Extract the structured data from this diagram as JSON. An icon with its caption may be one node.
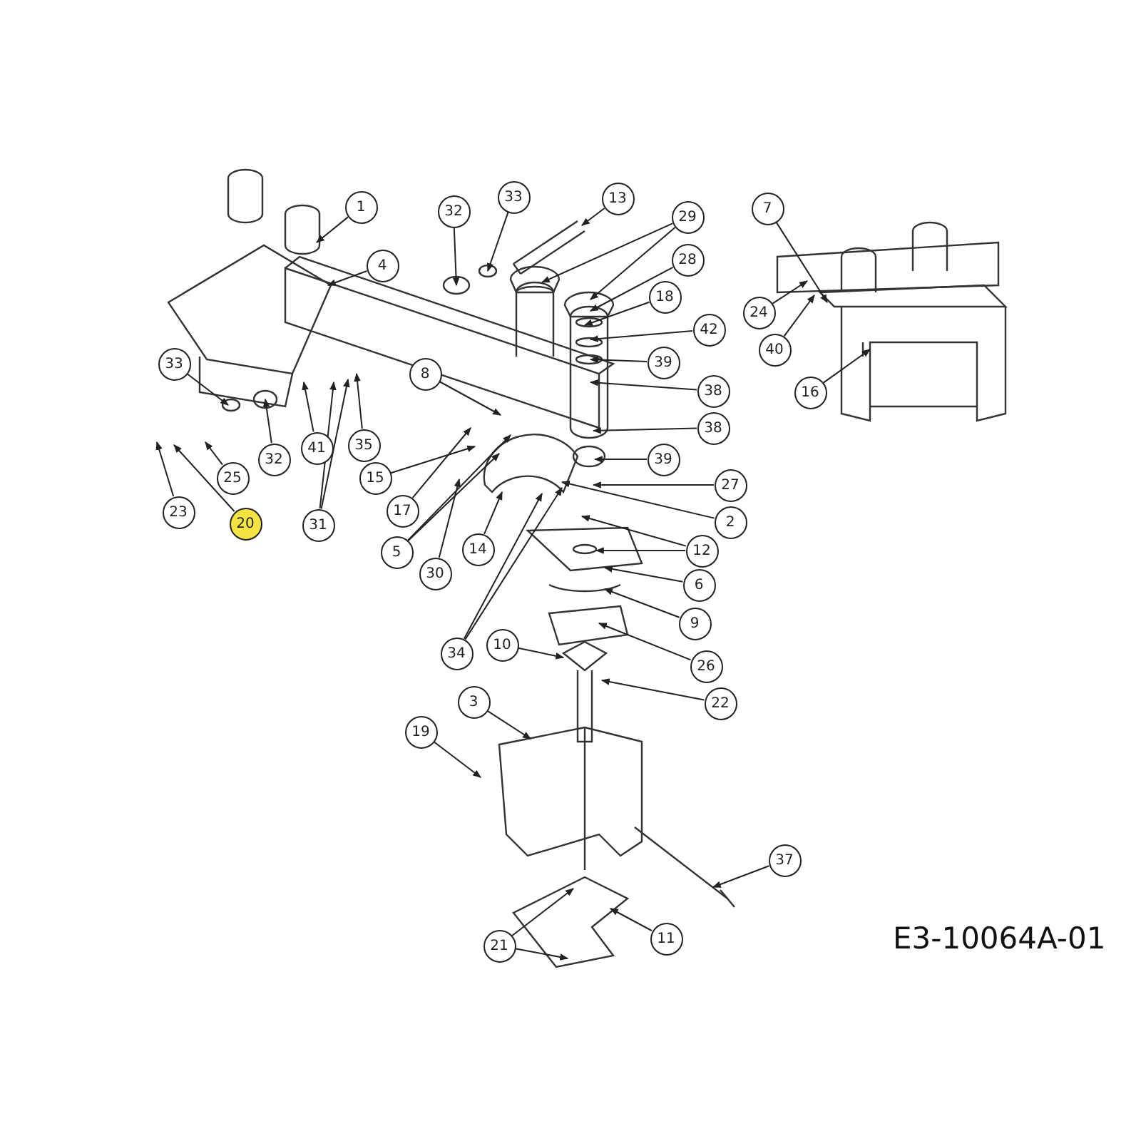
{
  "diagram": {
    "nodes": [
      {
        "text": [
          "1"
        ]
      },
      {
        "text": [
          "33"
        ]
      },
      {
        "text": [
          "13"
        ]
      },
      {
        "text": [
          "32"
        ]
      },
      {
        "text": [
          "7"
        ]
      },
      {
        "text": [
          "29"
        ]
      },
      {
        "text": [
          "4"
        ]
      },
      {
        "text": [
          "28"
        ]
      },
      {
        "text": [
          "18"
        ]
      },
      {
        "text": [
          "24"
        ]
      },
      {
        "text": [
          "42"
        ]
      },
      {
        "text": [
          "40"
        ]
      },
      {
        "text": [
          "39"
        ]
      },
      {
        "text": [
          "33"
        ]
      },
      {
        "text": [
          "8"
        ]
      },
      {
        "text": [
          "38"
        ]
      },
      {
        "text": [
          "16"
        ]
      },
      {
        "text": [
          "32"
        ]
      },
      {
        "text": [
          "41"
        ]
      },
      {
        "text": [
          "35"
        ]
      },
      {
        "text": [
          "38"
        ]
      },
      {
        "text": [
          "25"
        ]
      },
      {
        "text": [
          "39"
        ]
      },
      {
        "text": [
          "15"
        ]
      },
      {
        "text": [
          "27"
        ]
      },
      {
        "text": [
          "17"
        ]
      },
      {
        "text": [
          "2"
        ]
      },
      {
        "text": [
          "23"
        ]
      },
      {
        "text": [
          "20"
        ]
      },
      {
        "text": [
          "31"
        ]
      },
      {
        "text": [
          "12"
        ]
      },
      {
        "text": [
          "5"
        ]
      },
      {
        "text": [
          "14"
        ]
      },
      {
        "text": [
          "30"
        ]
      },
      {
        "text": [
          "6"
        ]
      },
      {
        "text": [
          "9"
        ]
      },
      {
        "text": [
          "34"
        ]
      },
      {
        "text": [
          "10"
        ]
      },
      {
        "text": [
          "26"
        ]
      },
      {
        "text": [
          "3"
        ]
      },
      {
        "text": [
          "22"
        ]
      },
      {
        "text": [
          "19"
        ]
      },
      {
        "text": [
          "37"
        ]
      },
      {
        "text": [
          "11"
        ]
      },
      {
        "text": [
          "21"
        ]
      }
    ],
    "edges": [
      {
        "from": 0,
        "to": null,
        "arrow": "to"
      },
      {
        "from": 1,
        "to": null,
        "arrow": "to"
      },
      {
        "from": 2,
        "to": null,
        "arrow": "to"
      },
      {
        "from": 3,
        "to": null,
        "arrow": "to"
      },
      {
        "from": 4,
        "to": null,
        "arrow": "to"
      },
      {
        "from": 5,
        "to": null,
        "arrow": "to"
      },
      {
        "from": 5,
        "to": null,
        "arrow": "to"
      },
      {
        "from": 6,
        "to": null,
        "arrow": "to"
      },
      {
        "from": 7,
        "to": null,
        "arrow": "to"
      },
      {
        "from": 8,
        "to": null,
        "arrow": "to"
      },
      {
        "from": 9,
        "to": null,
        "arrow": "to"
      },
      {
        "from": 10,
        "to": null,
        "arrow": "to"
      },
      {
        "from": 11,
        "to": null,
        "arrow": "to"
      },
      {
        "from": 12,
        "to": null,
        "arrow": "to"
      },
      {
        "from": 13,
        "to": null,
        "arrow": "to"
      },
      {
        "from": 14,
        "to": null,
        "arrow": "to"
      },
      {
        "from": 15,
        "to": null,
        "arrow": "to"
      },
      {
        "from": 16,
        "to": null,
        "arrow": "to"
      },
      {
        "from": 17,
        "to": null,
        "arrow": "to"
      },
      {
        "from": 18,
        "to": null,
        "arrow": "to"
      },
      {
        "from": 19,
        "to": null,
        "arrow": "to"
      },
      {
        "from": 20,
        "to": null,
        "arrow": "to"
      },
      {
        "from": 21,
        "to": null,
        "arrow": "to"
      },
      {
        "from": 22,
        "to": null,
        "arrow": "to"
      },
      {
        "from": 23,
        "to": null,
        "arrow": "to"
      },
      {
        "from": 24,
        "to": null,
        "arrow": "to"
      },
      {
        "from": 25,
        "to": null,
        "arrow": "to"
      },
      {
        "from": 26,
        "to": null,
        "arrow": "to"
      },
      {
        "from": 27,
        "to": null,
        "arrow": "to"
      },
      {
        "from": 28,
        "to": null,
        "arrow": "to"
      },
      {
        "from": 29,
        "to": null,
        "arrow": "to"
      },
      {
        "from": 29,
        "to": null,
        "arrow": "to"
      },
      {
        "from": 30,
        "to": null,
        "arrow": "to"
      },
      {
        "from": 30,
        "to": null,
        "arrow": "to"
      },
      {
        "from": 31,
        "to": null,
        "arrow": "to"
      },
      {
        "from": 31,
        "to": null,
        "arrow": "to"
      },
      {
        "from": 32,
        "to": null,
        "arrow": "to"
      },
      {
        "from": 33,
        "to": null,
        "arrow": "to"
      },
      {
        "from": 34,
        "to": null,
        "arrow": "to"
      },
      {
        "from": 35,
        "to": null,
        "arrow": "to"
      },
      {
        "from": 36,
        "to": null,
        "arrow": "to"
      },
      {
        "from": 36,
        "to": null,
        "arrow": "to"
      },
      {
        "from": 37,
        "to": null,
        "arrow": "to"
      },
      {
        "from": 38,
        "to": null,
        "arrow": "to"
      },
      {
        "from": 39,
        "to": null,
        "arrow": "to"
      },
      {
        "from": 40,
        "to": null,
        "arrow": "to"
      },
      {
        "from": 41,
        "to": null,
        "arrow": "to"
      },
      {
        "from": 42,
        "to": null,
        "arrow": "to"
      },
      {
        "from": 43,
        "to": null,
        "arrow": "to"
      },
      {
        "from": 44,
        "to": null,
        "arrow": "to"
      },
      {
        "from": 44,
        "to": null,
        "arrow": "to"
      }
    ],
    "labels": [
      "E3-10064A-01"
    ]
  }
}
